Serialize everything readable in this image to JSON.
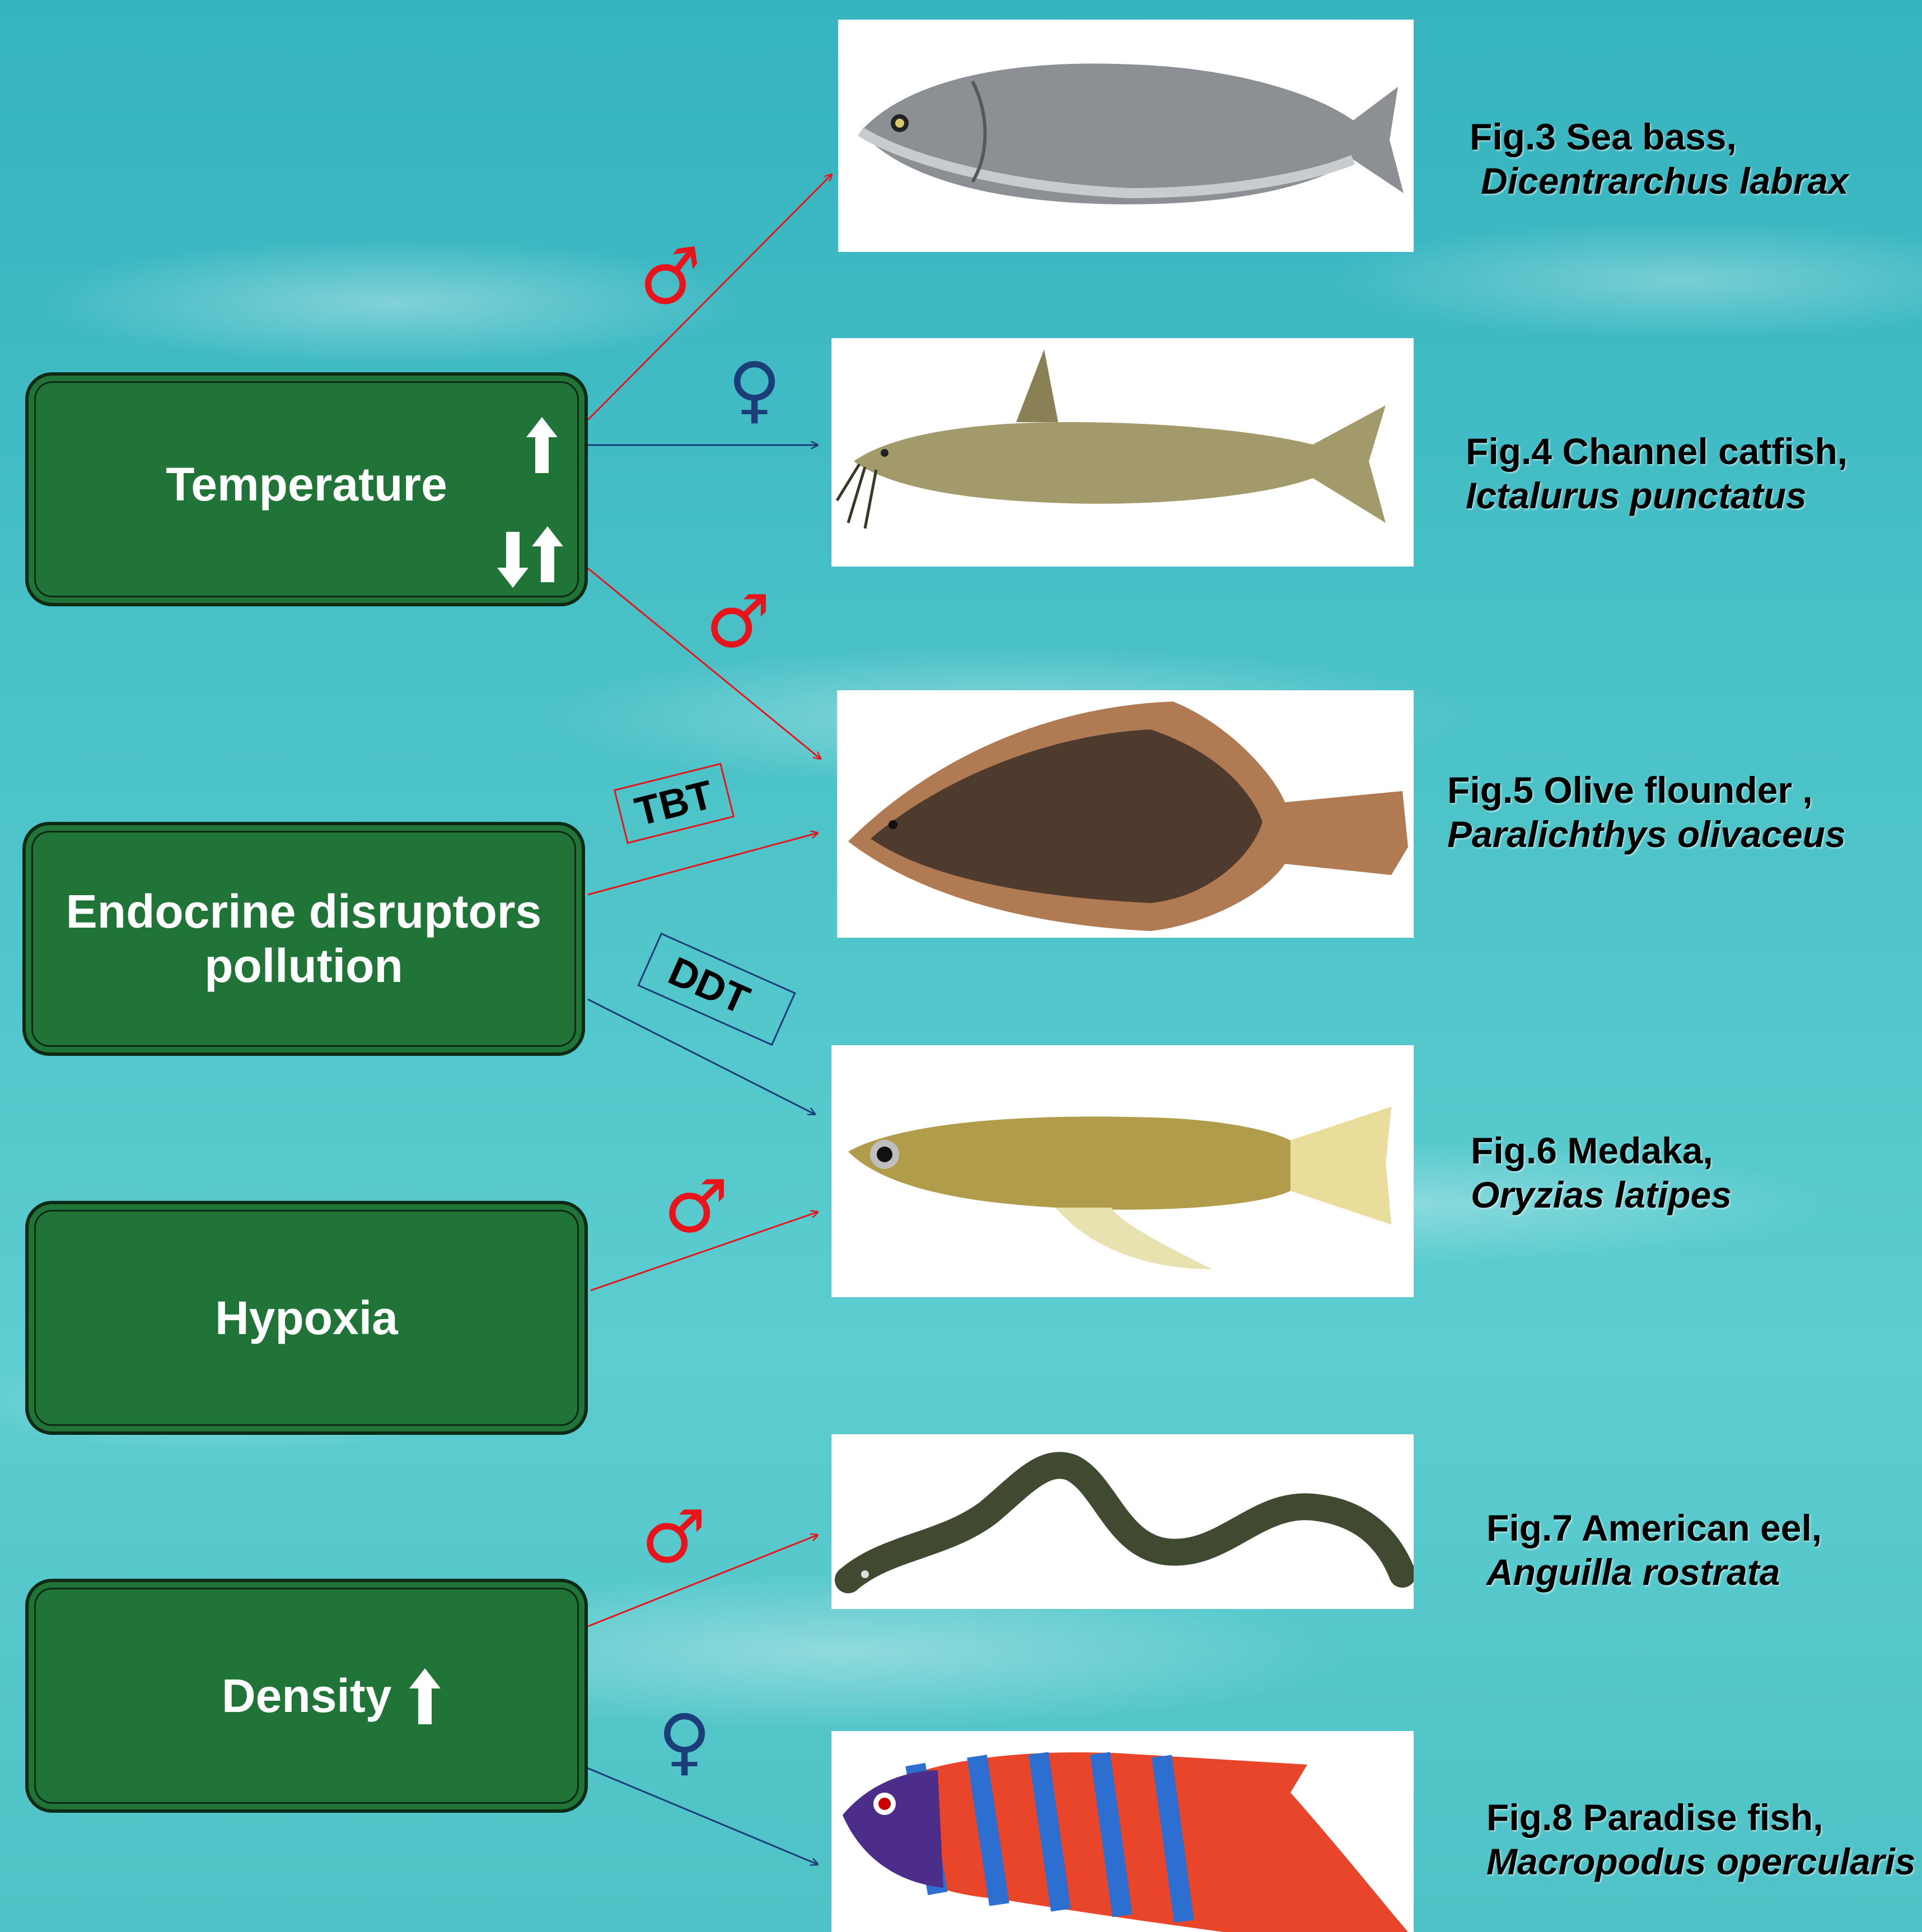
{
  "factors": {
    "temperature": "Temperature",
    "endocrine_line1": "Endocrine disruptors",
    "endocrine_line2": "pollution",
    "hypoxia": "Hypoxia",
    "density": "Density"
  },
  "tags": {
    "tbt": "TBT",
    "ddt": "DDT"
  },
  "symbols": {
    "male": "♂",
    "female": "♀"
  },
  "figures": [
    {
      "label": "Fig.3 Sea bass,",
      "species": "Dicentrarchus labrax"
    },
    {
      "label": "Fig.4 Channel catfish,",
      "species": "Ictalurus punctatus"
    },
    {
      "label": "Fig.5 Olive flounder ,",
      "species": "Paralichthys olivaceus"
    },
    {
      "label": "Fig.6 Medaka,",
      "species": "Oryzias latipes"
    },
    {
      "label": "Fig.7 American eel,",
      "species": "Anguilla rostrata"
    },
    {
      "label": "Fig.8 Paradise fish,",
      "species": "Macropodus opercularis"
    }
  ],
  "colors": {
    "box_fill": "#217438",
    "male_link": "#e8141b",
    "female_link": "#1c3e78",
    "water": "#4cc3c8"
  }
}
